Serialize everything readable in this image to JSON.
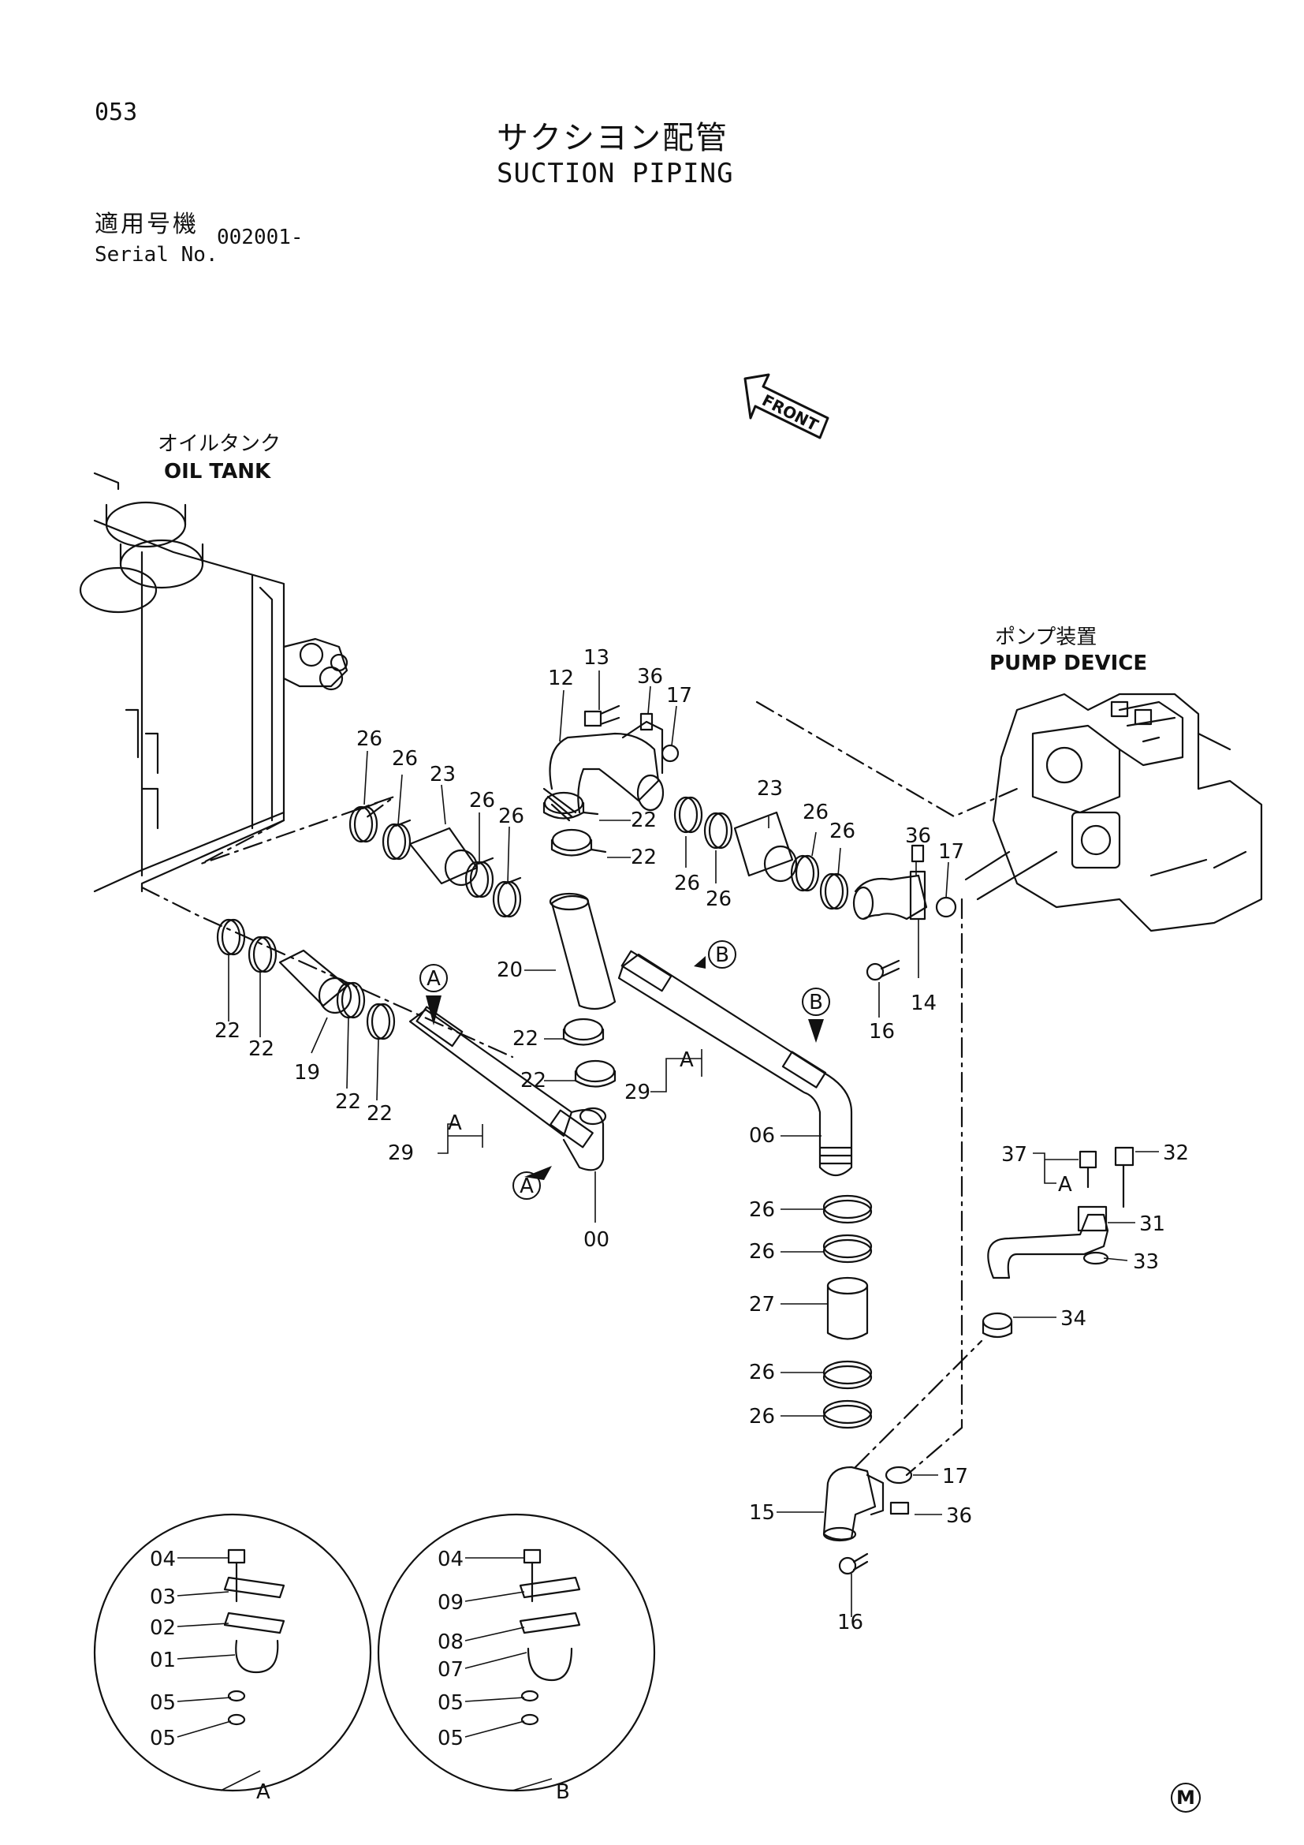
{
  "header": {
    "page_number": "053",
    "title_jp": "サクシヨン配管",
    "title_en": "SUCTION PIPING",
    "serial_label_jp": "適用号機",
    "serial_label_en": "Serial No.",
    "serial_value": "002001-"
  },
  "labels": {
    "oil_tank_jp": "オイルタンク",
    "oil_tank_en": "OIL TANK",
    "pump_device_jp": "ポンプ装置",
    "pump_device_en": "PUMP DEVICE",
    "front_arrow": "FRONT",
    "corner_mark": "M"
  },
  "detail_views": [
    {
      "letter": "A",
      "parts": [
        "04",
        "03",
        "02",
        "01",
        "05",
        "05"
      ]
    },
    {
      "letter": "B",
      "parts": [
        "04",
        "09",
        "08",
        "07",
        "05",
        "05"
      ]
    }
  ],
  "section_markers": [
    "A",
    "A",
    "B",
    "B",
    "A",
    "A",
    "A"
  ],
  "callouts": [
    "13",
    "12",
    "36",
    "17",
    "26",
    "26",
    "23",
    "26",
    "26",
    "22",
    "22",
    "26",
    "26",
    "23",
    "26",
    "26",
    "26",
    "36",
    "17",
    "14",
    "16",
    "20",
    "22",
    "22",
    "19",
    "22",
    "22",
    "22",
    "22",
    "29",
    "29",
    "00",
    "06",
    "26",
    "26",
    "27",
    "26",
    "26",
    "15",
    "36",
    "16",
    "17",
    "37",
    "32",
    "31",
    "33",
    "34"
  ]
}
